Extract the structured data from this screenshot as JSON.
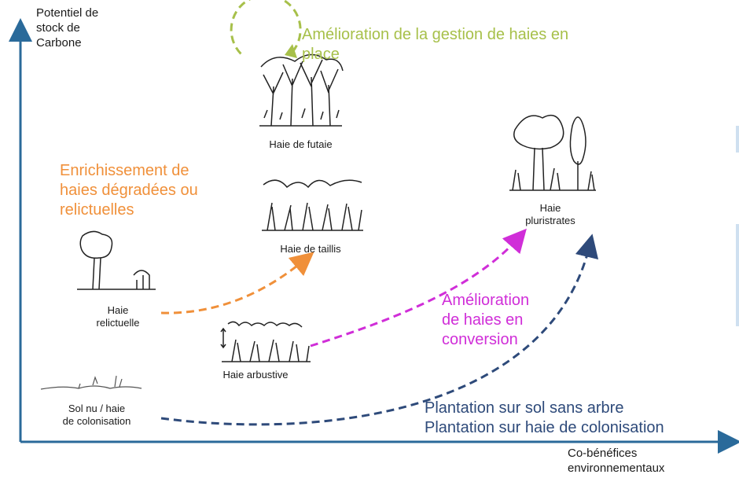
{
  "axes": {
    "y_label": "Potentiel de\nstock de\nCarbone",
    "x_label": "Co-bénéfices\nenvironnementaux"
  },
  "stages": {
    "sol_nu": "Sol nu / haie\nde colonisation",
    "relictuelle": "Haie\nrelictuelle",
    "arbustive": "Haie arbustive",
    "taillis": "Haie de taillis",
    "futaie": "Haie de futaie",
    "pluristrates": "Haie\npluristrates"
  },
  "pathways": {
    "gestion": "Amélioration de la gestion de haies en\nplace",
    "enrichissement": "Enrichissement de\nhaies dégradées ou\nrelictuelles",
    "conversion": "Amélioration\nde haies en\nconversion",
    "plantation_1": "Plantation sur sol sans arbre",
    "plantation_2": "Plantation sur haie de colonisation"
  },
  "colors": {
    "axis": "#2a6a9a",
    "green": "#a7c04a",
    "orange": "#f0903a",
    "magenta": "#d02ed8",
    "navy": "#2e4a7a"
  },
  "icons": [
    "tree-sketch-futaie",
    "coppice-sketch-taillis",
    "shrub-sketch-arbustive",
    "tree-sketch-relictuelle",
    "bare-soil-sketch",
    "multistrata-tree-sketch"
  ]
}
